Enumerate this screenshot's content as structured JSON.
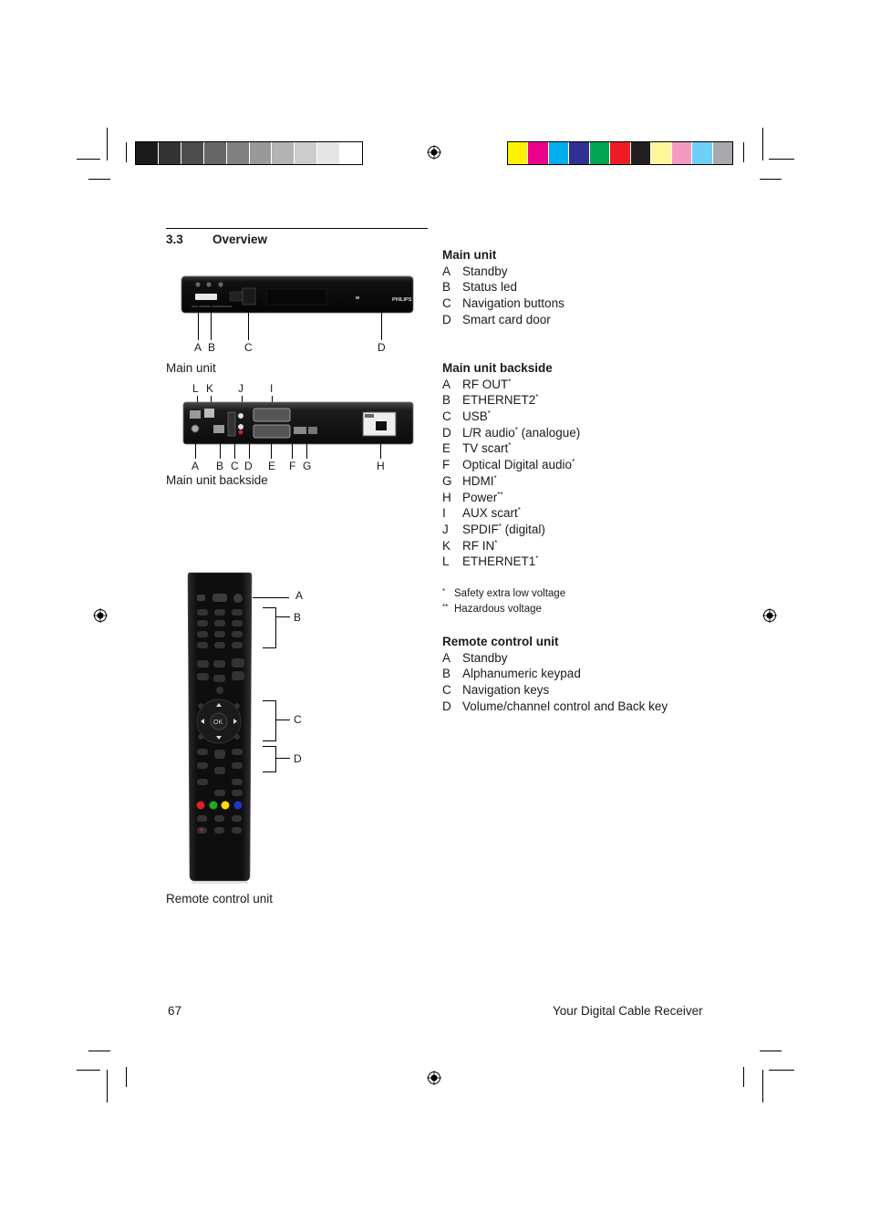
{
  "section": {
    "number": "3.3",
    "title": "Overview"
  },
  "figures": {
    "main_unit": {
      "caption": "Main unit",
      "brand": "PHILIPS",
      "callouts": [
        "A",
        "B",
        "C",
        "D"
      ]
    },
    "backside": {
      "caption": "Main unit backside",
      "top_callouts": [
        "L",
        "K",
        "J",
        "I"
      ],
      "bottom_callouts": [
        "A",
        "B",
        "C",
        "D",
        "E",
        "F",
        "G",
        "H"
      ]
    },
    "remote": {
      "caption": "Remote control unit",
      "callouts": [
        "A",
        "B",
        "C",
        "D"
      ],
      "ok_label": "OK"
    }
  },
  "lists": {
    "main_unit": {
      "heading": "Main unit",
      "items": [
        {
          "key": "A",
          "label": "Standby"
        },
        {
          "key": "B",
          "label": "Status led"
        },
        {
          "key": "C",
          "label": "Navigation buttons"
        },
        {
          "key": "D",
          "label": "Smart card door"
        }
      ]
    },
    "backside": {
      "heading": "Main unit backside",
      "items": [
        {
          "key": "A",
          "label": "RF OUT",
          "mark": "*",
          "suffix": ""
        },
        {
          "key": "B",
          "label": "ETHERNET2",
          "mark": "*",
          "suffix": ""
        },
        {
          "key": "C",
          "label": "USB",
          "mark": "*",
          "suffix": ""
        },
        {
          "key": "D",
          "label": "L/R audio",
          "mark": "*",
          "suffix": " (analogue)"
        },
        {
          "key": "E",
          "label": "TV scart",
          "mark": "*",
          "suffix": ""
        },
        {
          "key": "F",
          "label": "Optical Digital audio",
          "mark": "*",
          "suffix": ""
        },
        {
          "key": "G",
          "label": "HDMI",
          "mark": "*",
          "suffix": ""
        },
        {
          "key": "H",
          "label": "Power",
          "mark": "**",
          "suffix": ""
        },
        {
          "key": "I",
          "label": "AUX scart",
          "mark": "*",
          "suffix": ""
        },
        {
          "key": "J",
          "label": "SPDIF",
          "mark": "*",
          "suffix": " (digital)"
        },
        {
          "key": "K",
          "label": "RF IN",
          "mark": "*",
          "suffix": ""
        },
        {
          "key": "L",
          "label": "ETHERNET1",
          "mark": "*",
          "suffix": ""
        }
      ]
    },
    "notes": [
      {
        "mark": "*",
        "text": "Safety extra low voltage"
      },
      {
        "mark": "**",
        "text": "Hazardous voltage"
      }
    ],
    "remote": {
      "heading": "Remote control unit",
      "items": [
        {
          "key": "A",
          "label": "Standby"
        },
        {
          "key": "B",
          "label": "Alphanumeric keypad"
        },
        {
          "key": "C",
          "label": "Navigation keys"
        },
        {
          "key": "D",
          "label": "Volume/channel control and Back key"
        }
      ]
    }
  },
  "footer": {
    "page_number": "67",
    "title": "Your Digital Cable Receiver"
  },
  "print_marks": {
    "gray_swatches": [
      "#1a1a1a",
      "#333333",
      "#4d4d4d",
      "#666666",
      "#808080",
      "#999999",
      "#b3b3b3",
      "#cccccc",
      "#e6e6e6",
      "#ffffff"
    ],
    "color_swatches": [
      "#fff200",
      "#ec008c",
      "#00aeef",
      "#2e3192",
      "#00a651",
      "#ed1c24",
      "#231f20",
      "#fff799",
      "#f49ac1",
      "#6dcff6",
      "#a7a9ac"
    ]
  }
}
